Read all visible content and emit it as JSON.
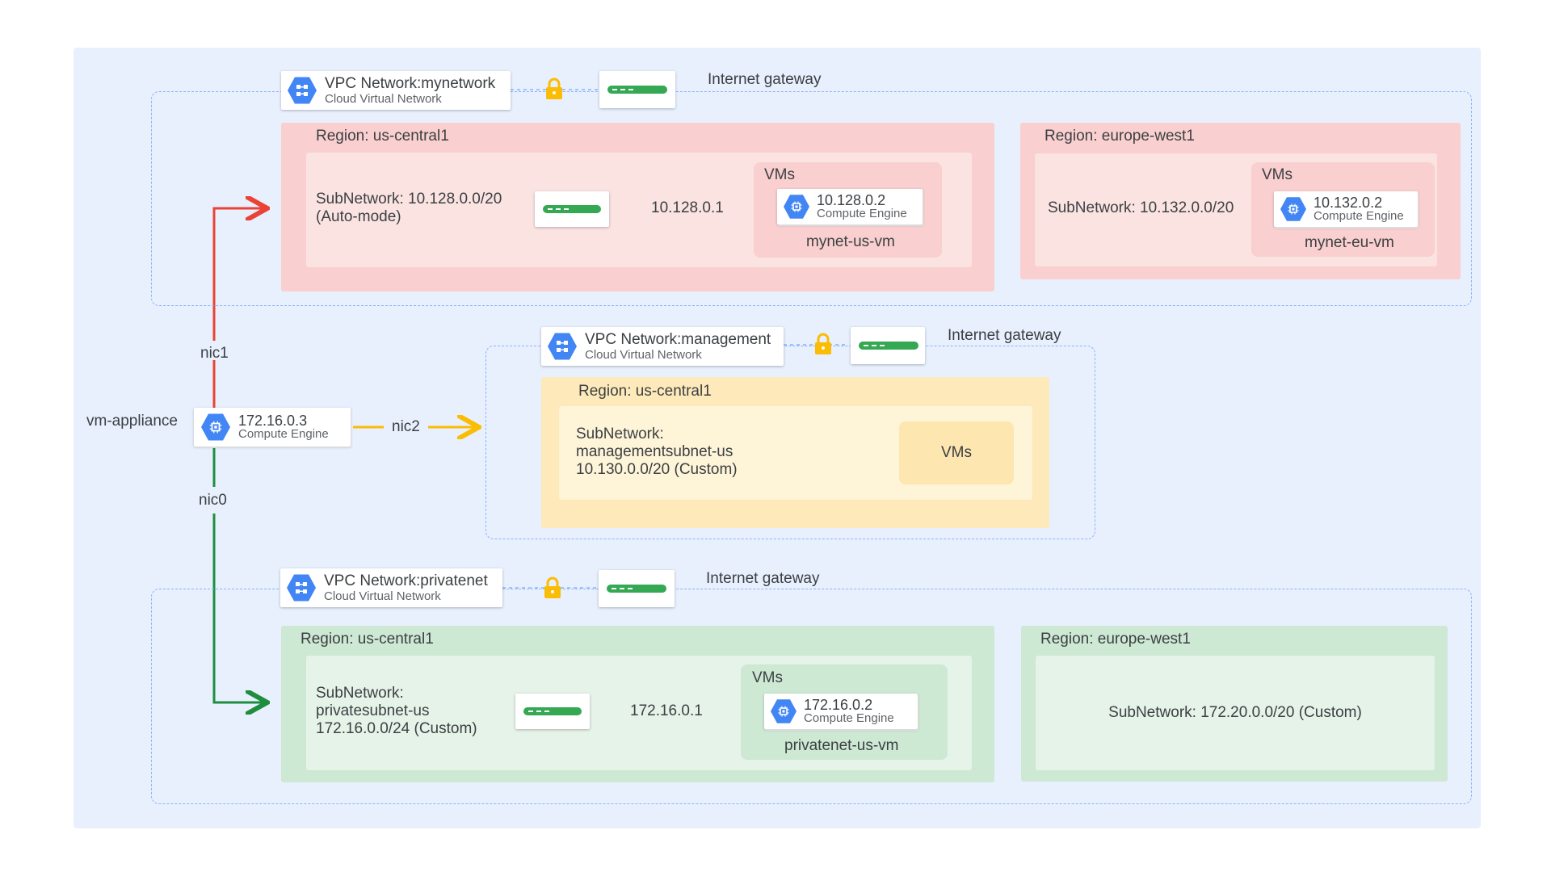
{
  "vpc_networks": [
    {
      "title": "VPC Network:mynetwork",
      "subtitle": "Cloud Virtual Network",
      "gateway_label": "Internet gateway",
      "regions": [
        {
          "name": "Region: us-central1",
          "subnet": "SubNetwork: 10.128.0.0/20\n(Auto-mode)",
          "gateway_ip": "10.128.0.1",
          "vms_label": "VMs",
          "vm": {
            "ip": "10.128.0.2",
            "type": "Compute Engine",
            "name": "mynet-us-vm"
          }
        },
        {
          "name": "Region: europe-west1",
          "subnet": "SubNetwork: 10.132.0.0/20",
          "vms_label": "VMs",
          "vm": {
            "ip": "10.132.0.2",
            "type": "Compute Engine",
            "name": "mynet-eu-vm"
          }
        }
      ]
    },
    {
      "title": "VPC Network:management",
      "subtitle": "Cloud Virtual Network",
      "gateway_label": "Internet gateway",
      "regions": [
        {
          "name": "Region: us-central1",
          "subnet": "SubNetwork:\nmanagementsubnet-us\n10.130.0.0/20 (Custom)",
          "vms_label": "VMs"
        }
      ]
    },
    {
      "title": "VPC Network:privatenet",
      "subtitle": "Cloud Virtual Network",
      "gateway_label": "Internet gateway",
      "regions": [
        {
          "name": "Region: us-central1",
          "subnet": "SubNetwork:\nprivatesubnet-us\n172.16.0.0/24 (Custom)",
          "gateway_ip": "172.16.0.1",
          "vms_label": "VMs",
          "vm": {
            "ip": "172.16.0.2",
            "type": "Compute Engine",
            "name": "privatenet-us-vm"
          }
        },
        {
          "name": "Region: europe-west1",
          "subnet": "SubNetwork: 172.20.0.0/20 (Custom)"
        }
      ]
    }
  ],
  "appliance": {
    "name": "vm-appliance",
    "ip": "172.16.0.3",
    "type": "Compute Engine",
    "nic0": "nic0",
    "nic1": "nic1",
    "nic2": "nic2"
  },
  "colors": {
    "background": "#e8f0fe",
    "vpc_dash": "#8ab4f8",
    "region_red": "#f9cfcf",
    "region_yellow": "#fde9b9",
    "region_green": "#cde8d3",
    "nic1_line": "#ea4335",
    "nic2_line": "#fbbc04",
    "nic0_line": "#1e8e3e",
    "router_bar": "#34a853",
    "icon_blue": "#4285f4",
    "lock": "#fbbc04"
  },
  "icons": {
    "vpc": "cloud-virtual-network-icon",
    "vm": "compute-engine-icon",
    "firewall": "lock-icon",
    "router": "internet-gateway-router-icon"
  }
}
